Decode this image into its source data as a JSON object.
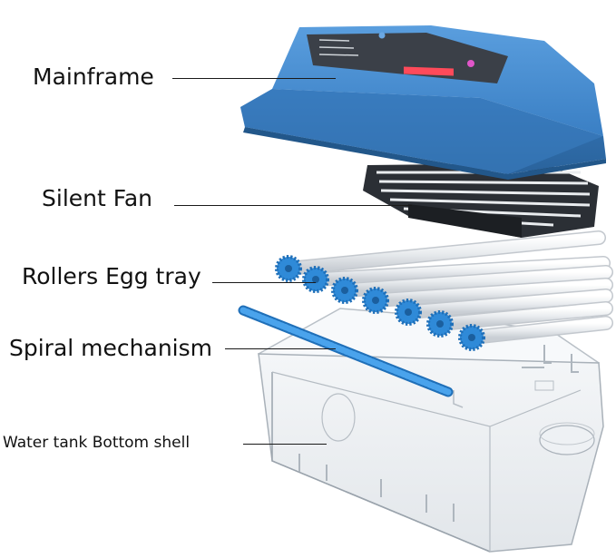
{
  "labels": {
    "mainframe": "Mainframe",
    "silent_fan": "Silent Fan",
    "rollers_egg_tray": "Rollers Egg tray",
    "spiral_mechanism": "Spiral mechanism",
    "water_tank_bottom_shell": "Water tank Bottom shell"
  },
  "colors": {
    "lid_blue": "#3f86cc",
    "lid_blue_dark": "#2f6ea9",
    "gear_blue": "#2f8ad8",
    "panel_dark": "#3b4048",
    "leader_line": "#1a1a1a"
  }
}
